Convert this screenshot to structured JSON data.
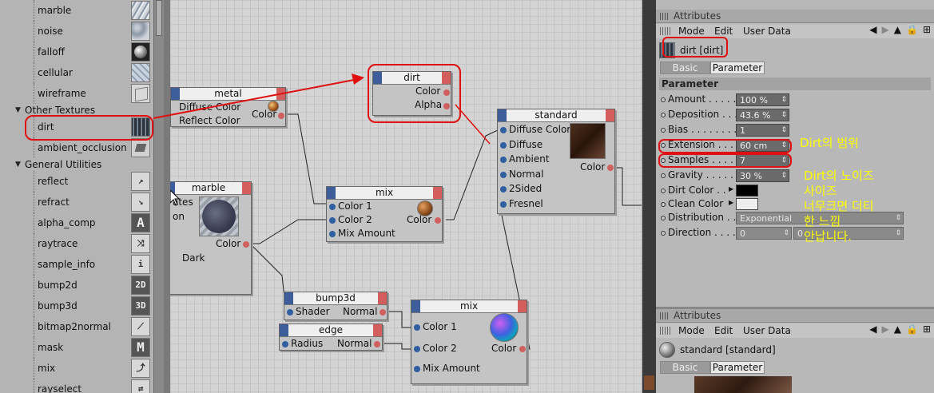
{
  "texture_list": {
    "items_top": [
      {
        "label": "marble",
        "icon": "marble-texture-icon"
      },
      {
        "label": "noise",
        "icon": "noise-texture-icon"
      },
      {
        "label": "falloff",
        "icon": "falloff-texture-icon"
      },
      {
        "label": "cellular",
        "icon": "cellular-texture-icon"
      },
      {
        "label": "wireframe",
        "icon": "wireframe-texture-icon"
      }
    ],
    "category_other": "Other Textures",
    "items_other": [
      {
        "label": "dirt",
        "icon": "dirt-texture-icon"
      },
      {
        "label": "ambient_occlusion",
        "icon": "ambient-occlusion-icon"
      }
    ],
    "category_utilities": "General Utilities",
    "items_utilities": [
      {
        "label": "reflect",
        "glyph": "↗"
      },
      {
        "label": "refract",
        "glyph": "↘"
      },
      {
        "label": "alpha_comp",
        "glyph": "A"
      },
      {
        "label": "raytrace",
        "glyph": "⤨"
      },
      {
        "label": "sample_info",
        "glyph": "i"
      },
      {
        "label": "bump2d",
        "glyph": "2D"
      },
      {
        "label": "bump3d",
        "glyph": "3D"
      },
      {
        "label": "bitmap2normal",
        "glyph": "⟋"
      },
      {
        "label": "mask",
        "glyph": "M"
      },
      {
        "label": "mix",
        "glyph": "⤴"
      },
      {
        "label": "rayselect",
        "glyph": "⇄"
      }
    ]
  },
  "nodes": {
    "metal": {
      "title": "metal",
      "in1": "Diffuse Color",
      "in2": "Reflect Color",
      "out": "Color"
    },
    "dirt": {
      "title": "dirt",
      "out1": "Color",
      "out2": "Alpha"
    },
    "standard": {
      "title": "standard",
      "inputs": [
        "Diffuse Color",
        "Diffuse",
        "Ambient",
        "Normal",
        "2Sided",
        "Fresnel"
      ],
      "out": "Color"
    },
    "marble": {
      "title": "marble",
      "in1": "ates",
      "in2": "on",
      "in3": "Dark",
      "out": "Color"
    },
    "mix1": {
      "title": "mix",
      "inputs": [
        "Color 1",
        "Color 2",
        "Mix Amount"
      ],
      "out": "Color"
    },
    "bump3d": {
      "title": "bump3d",
      "in": "Shader",
      "out": "Normal"
    },
    "edge": {
      "title": "edge",
      "in": "Radius",
      "out": "Normal"
    },
    "mix2": {
      "title": "mix",
      "inputs": [
        "Color 1",
        "Color 2",
        "Mix Amount"
      ],
      "out": "Color"
    }
  },
  "attributes_top": {
    "header": "Attributes",
    "menu": [
      "Mode",
      "Edit",
      "User Data"
    ],
    "object_name": "dirt [dirt]",
    "tabs": [
      "Basic",
      "Parameter"
    ],
    "active_tab": "Parameter",
    "section": "Parameter",
    "params": [
      {
        "label": "Amount . . . . . . .",
        "value": "100 %"
      },
      {
        "label": "Deposition . . . . .",
        "value": "43.6 %"
      },
      {
        "label": "Bias . . . . . . . . .",
        "value": "1"
      },
      {
        "label": "Extension . . . . .",
        "value": "60 cm"
      },
      {
        "label": "Samples . . . . . .",
        "value": "7"
      },
      {
        "label": "Gravity . . . . . . .",
        "value": "30 %"
      }
    ],
    "dirt_color_label": "Dirt Color . .",
    "clean_color_label": "Clean Color",
    "dirt_color": "#000000",
    "clean_color": "#eeeeee",
    "distribution_label": "Distribution . . .",
    "distribution_value": "Exponential",
    "direction_label": "Direction . . . . .",
    "direction_value_1": "0",
    "direction_value_2": "0"
  },
  "attributes_bottom": {
    "header": "Attributes",
    "menu": [
      "Mode",
      "Edit",
      "User Data"
    ],
    "object_name": "standard [standard]",
    "tabs": [
      "Basic",
      "Parameter"
    ],
    "active_tab": "Parameter"
  },
  "annotations": {
    "range_note": "Dirt의 범위",
    "noise_note": [
      "Dirt의 노이즈",
      "사이즈",
      "너무크면 더티",
      "한 느낌",
      "안납니다."
    ]
  },
  "colors": {
    "annotation_red": "#e01010",
    "annotation_yellow": "#ffff00",
    "input_pin": "#2f5fa0",
    "output_pin": "#d06060"
  }
}
